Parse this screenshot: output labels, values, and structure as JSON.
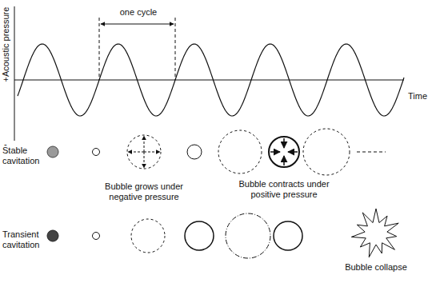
{
  "diagram": {
    "labels": [
      "+Acoustic pressure",
      "-",
      "Time",
      "one cycle",
      "Stable cavitation",
      "Bubble grows under negative pressure",
      "Bubble contracts under positive pressure",
      "Transient cavitation",
      "Bubble collapse"
    ]
  }
}
